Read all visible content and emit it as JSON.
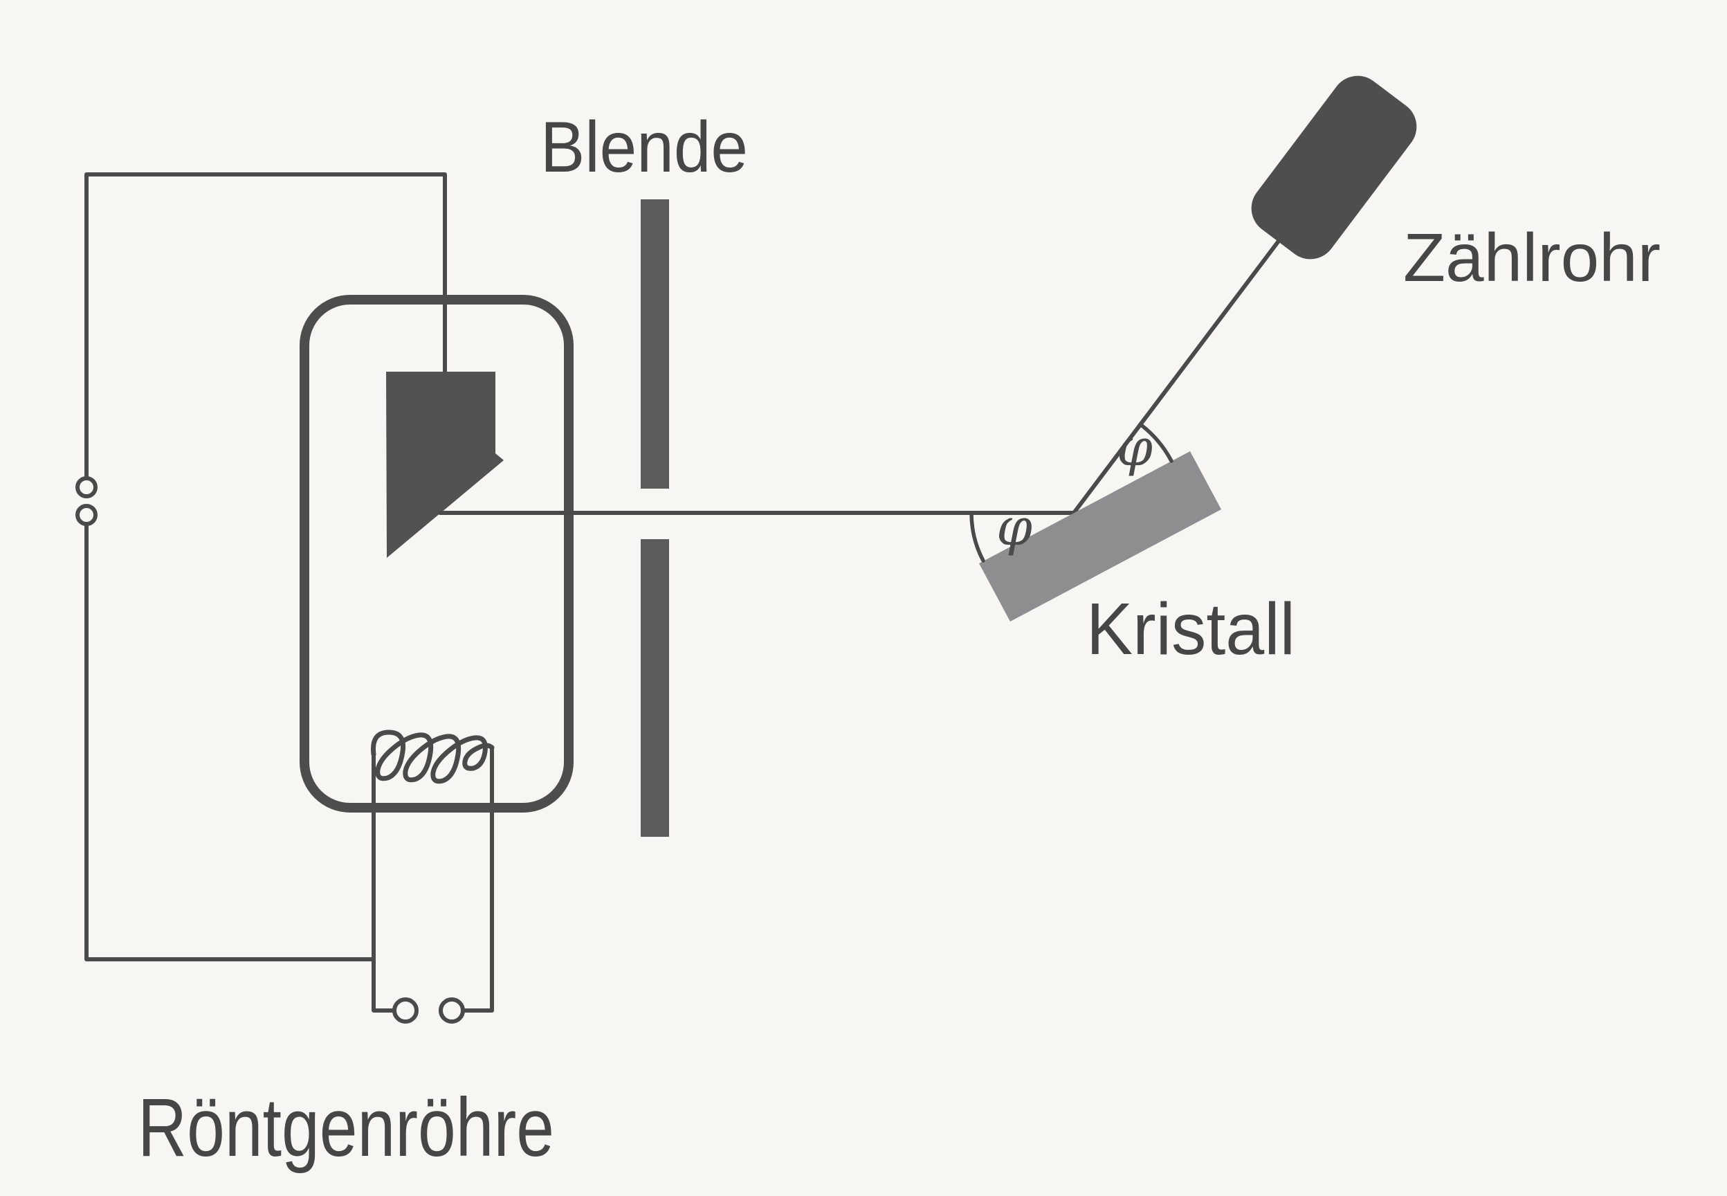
{
  "diagram": {
    "type": "schematic",
    "subject": "Bragg x-ray spectrometer setup",
    "labels": {
      "aperture": "Blende",
      "counter_tube": "Zählrohr",
      "crystal": "Kristall",
      "xray_tube": "Röntgenröhre",
      "angle_symbol": "φ"
    },
    "colors": {
      "background": "#f7f6f3",
      "wire_ink": "#4a4a4a",
      "tube_outline": "#4d4d4d",
      "anode_fill": "#525252",
      "slit_bar_fill": "#5b5b5b",
      "detector_fill": "#4e4e4e",
      "crystal_fill": "#8e8e90",
      "text": "#464646"
    }
  }
}
